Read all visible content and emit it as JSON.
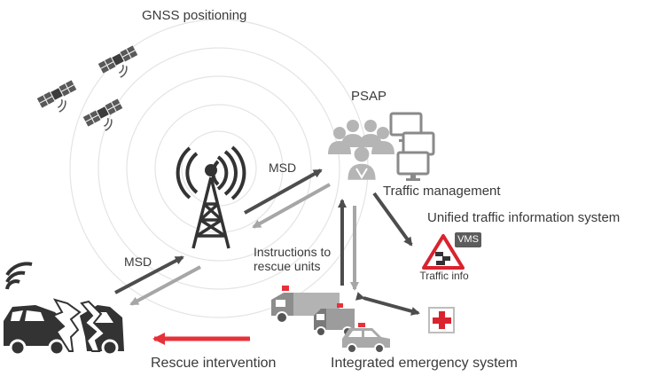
{
  "labels": {
    "gnss": "GNSS positioning",
    "psap": "PSAP",
    "msd_top": "MSD",
    "msd_bottom": "MSD",
    "traffic_management": "Traffic management",
    "unified_traffic": "Unified traffic information system",
    "vms": "VMS",
    "instructions": "Instructions to rescue units",
    "traffic_info": "Traffic info",
    "rescue_intervention": "Rescue intervention",
    "integrated_emergency": "Integrated emergency system"
  },
  "colors": {
    "dark_arrow": "#4d4d4d",
    "light_arrow": "#a6a6a6",
    "rescue_arrow": "#e8303a",
    "icon_gray": "#595959",
    "ring": "#e4e4e4",
    "warning_red": "#d9232e"
  },
  "icons": [
    "satellite-icon",
    "cell-tower-icon",
    "psap-operators-icon",
    "computer-monitor-icon",
    "crashed-car-icon",
    "signal-waves-icon",
    "fire-truck-icon",
    "ambulance-icon",
    "police-car-icon",
    "hospital-cross-icon",
    "traffic-warning-sign-icon"
  ]
}
